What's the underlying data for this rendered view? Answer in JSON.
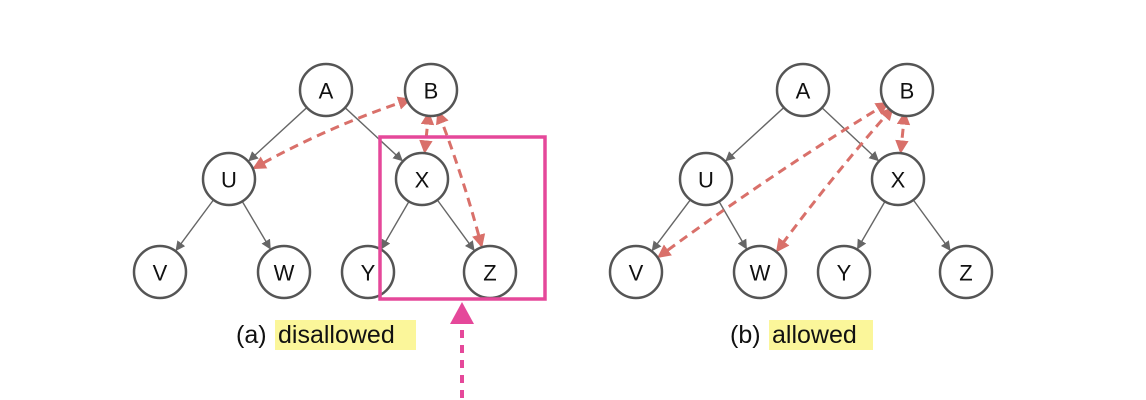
{
  "panels": [
    {
      "caption_prefix": "(a)",
      "caption_word": "disallowed",
      "nodes": [
        {
          "id": "A",
          "label": "A"
        },
        {
          "id": "B",
          "label": "B"
        },
        {
          "id": "U",
          "label": "U"
        },
        {
          "id": "X",
          "label": "X"
        },
        {
          "id": "V",
          "label": "V"
        },
        {
          "id": "W",
          "label": "W"
        },
        {
          "id": "Y",
          "label": "Y"
        },
        {
          "id": "Z",
          "label": "Z"
        }
      ],
      "tree_edges": [
        [
          "A",
          "U"
        ],
        [
          "A",
          "X"
        ],
        [
          "U",
          "V"
        ],
        [
          "U",
          "W"
        ],
        [
          "X",
          "Y"
        ],
        [
          "X",
          "Z"
        ]
      ],
      "dashed_edges": [
        [
          "B",
          "U"
        ],
        [
          "B",
          "X"
        ],
        [
          "B",
          "Z"
        ]
      ],
      "highlight_box": true
    },
    {
      "caption_prefix": "(b)",
      "caption_word": "allowed",
      "nodes": [
        {
          "id": "A",
          "label": "A"
        },
        {
          "id": "B",
          "label": "B"
        },
        {
          "id": "U",
          "label": "U"
        },
        {
          "id": "X",
          "label": "X"
        },
        {
          "id": "V",
          "label": "V"
        },
        {
          "id": "W",
          "label": "W"
        },
        {
          "id": "Y",
          "label": "Y"
        },
        {
          "id": "Z",
          "label": "Z"
        }
      ],
      "tree_edges": [
        [
          "A",
          "U"
        ],
        [
          "A",
          "X"
        ],
        [
          "U",
          "V"
        ],
        [
          "U",
          "W"
        ],
        [
          "X",
          "Y"
        ],
        [
          "X",
          "Z"
        ]
      ],
      "dashed_edges": [
        [
          "B",
          "V"
        ],
        [
          "B",
          "W"
        ],
        [
          "B",
          "X"
        ]
      ],
      "highlight_box": false
    }
  ],
  "colors": {
    "node_stroke": "#555555",
    "tree_edge": "#666666",
    "dashed_edge": "#d9706a",
    "highlight": "#e5489a",
    "caption_highlight": "#fbf69a"
  }
}
